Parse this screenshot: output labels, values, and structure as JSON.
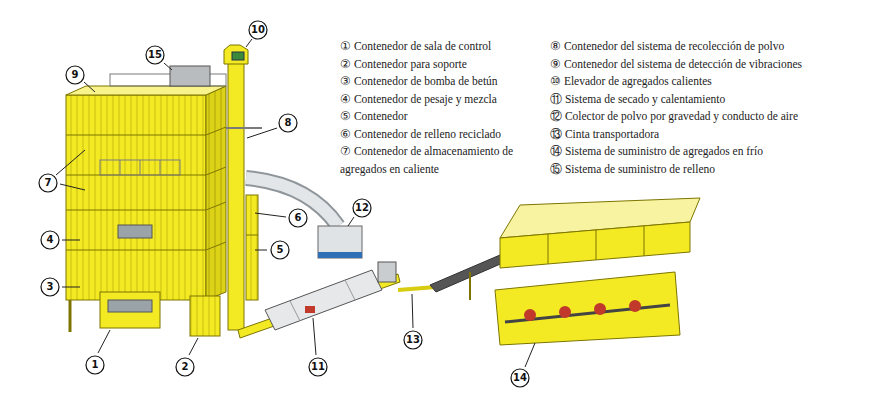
{
  "diagram": {
    "nodes": [
      {
        "text": [
          "1"
        ]
      },
      {
        "text": [
          "2"
        ]
      },
      {
        "text": [
          "3"
        ]
      },
      {
        "text": [
          "4"
        ]
      },
      {
        "text": [
          "5"
        ]
      },
      {
        "text": [
          "6"
        ]
      },
      {
        "text": [
          "7"
        ]
      },
      {
        "text": [
          "8"
        ]
      },
      {
        "text": [
          "9"
        ]
      },
      {
        "text": [
          "10"
        ]
      },
      {
        "text": [
          "11"
        ]
      },
      {
        "text": [
          "12"
        ]
      },
      {
        "text": [
          "13"
        ]
      },
      {
        "text": [
          "14"
        ]
      },
      {
        "text": [
          "15"
        ]
      }
    ],
    "labels": [
      "① Contenedor de sala de control",
      "② Contenedor para soporte",
      "③ Contenedor de bomba de betún",
      "④ Contenedor de pesaje y mezcla",
      "⑤ Contenedor",
      "⑥ Contenedor de relleno reciclado",
      "⑦ Contenedor de almacenamiento de agregados en caliente",
      "⑧ Contenedor del sistema de recolección de polvo",
      "⑨ Contenedor del sistema de detección de vibraciones",
      "⑩ Elevador de agregados calientes",
      "⑪ Sistema de secado y calentamiento",
      "⑫ Colector de polvo por gravedad y conducto de aire",
      "⑬ Cinta transportadora",
      "⑭ Sistema de suministro de agregados en frío",
      "⑮ Sistema de suministro de relleno"
    ]
  }
}
